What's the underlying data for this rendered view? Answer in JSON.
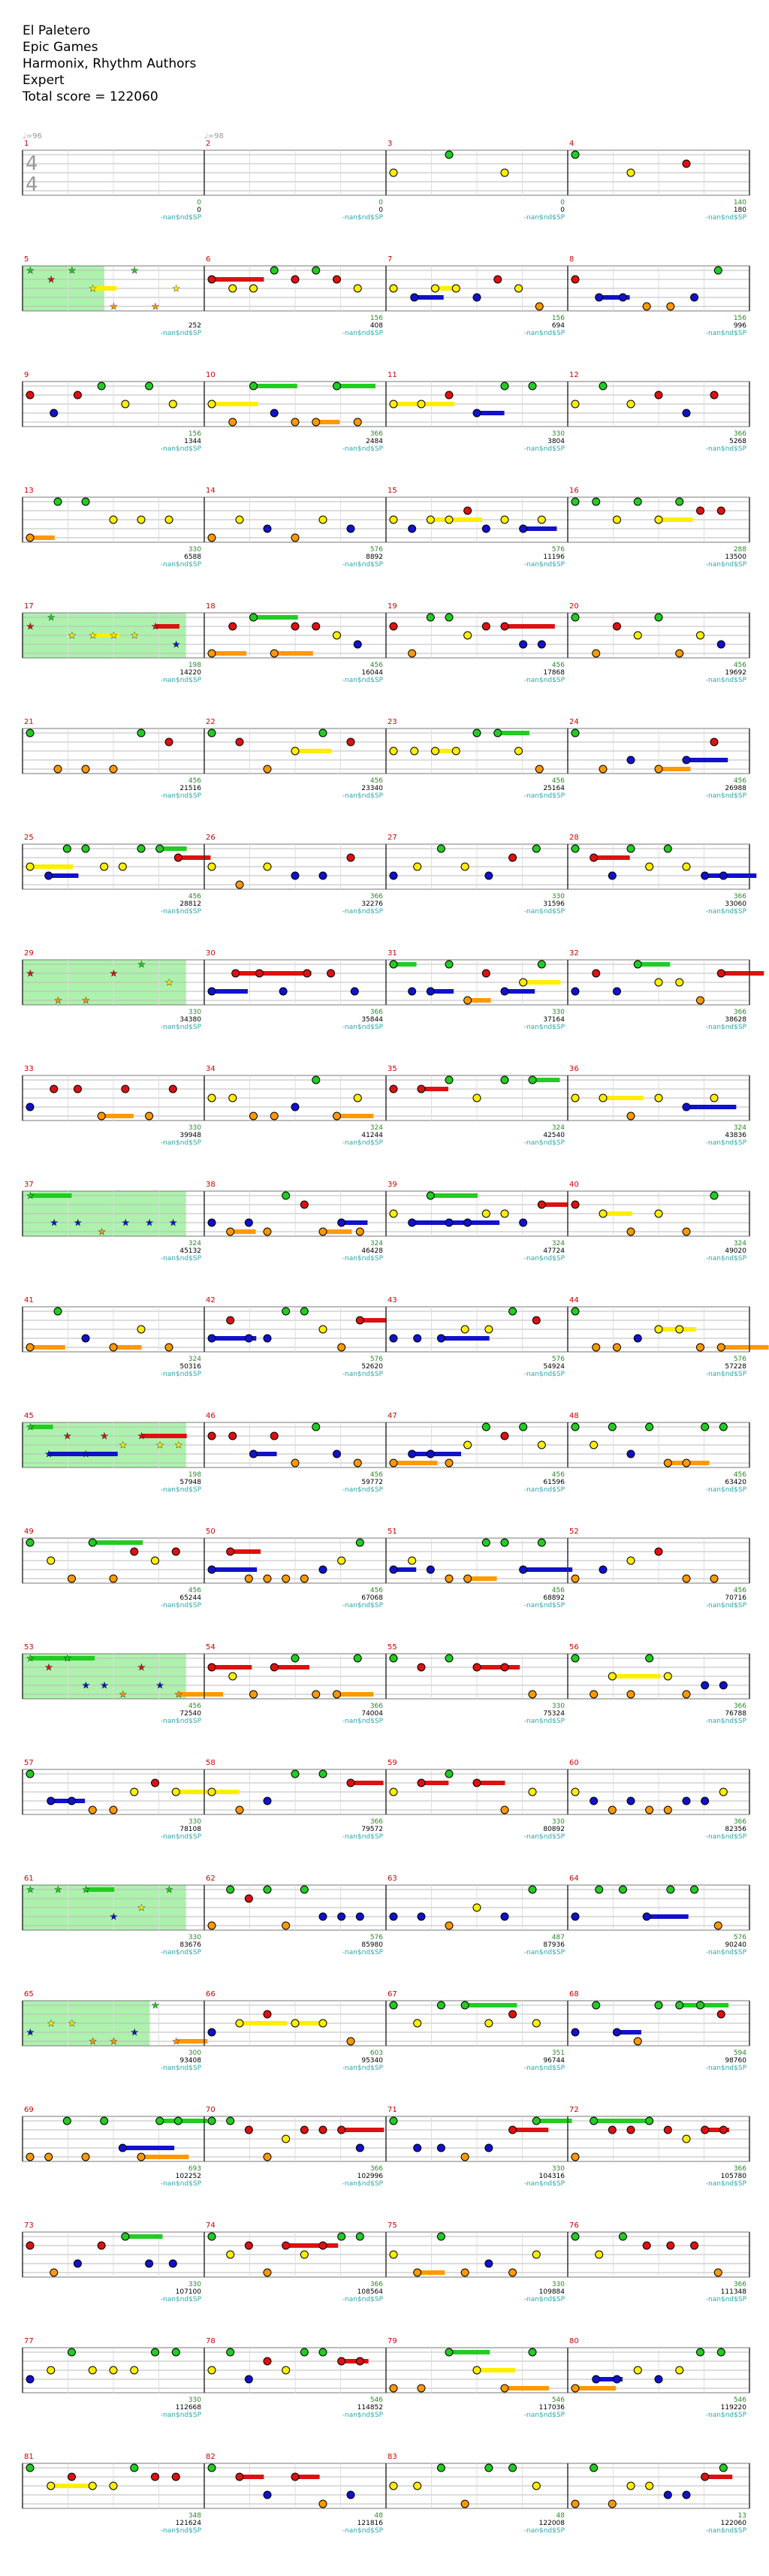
{
  "header": {
    "song": "El Paletero",
    "artist": "Epic Games",
    "authors": "Harmonix, Rhythm Authors",
    "difficulty": "Expert",
    "total": "Total score = 122060"
  },
  "tempo": {
    "first": "♩=96",
    "second": "♩=98"
  },
  "time_signature": {
    "top": "4",
    "bottom": "4"
  },
  "row_label": "-nan$nd$SP",
  "colors": {
    "green": "#22cc22",
    "red": "#dd1111",
    "yellow": "#ffee00",
    "blue": "#1111cc",
    "orange": "#ff9900",
    "sp": "#99ee99",
    "measure_num": "#d00000",
    "points": "#2a8a2a",
    "label": "#2aa8a8"
  },
  "measures": [
    {
      "n": "1",
      "pts": "0",
      "score": "0"
    },
    {
      "n": "2",
      "pts": "0",
      "score": "0"
    },
    {
      "n": "3",
      "pts": "0",
      "score": "0"
    },
    {
      "n": "4",
      "pts": "140",
      "score": "180"
    },
    {
      "n": "5",
      "pts": "",
      "score": "252"
    },
    {
      "n": "6",
      "pts": "156",
      "score": "408"
    },
    {
      "n": "7",
      "pts": "156",
      "score": "694"
    },
    {
      "n": "8",
      "pts": "156",
      "score": "996"
    },
    {
      "n": "9",
      "pts": "156",
      "score": "1344"
    },
    {
      "n": "10",
      "pts": "366",
      "score": "2484"
    },
    {
      "n": "11",
      "pts": "330",
      "score": "3804"
    },
    {
      "n": "12",
      "pts": "366",
      "score": "5268"
    },
    {
      "n": "13",
      "pts": "330",
      "score": "6588"
    },
    {
      "n": "14",
      "pts": "576",
      "score": "8892"
    },
    {
      "n": "15",
      "pts": "576",
      "score": "11196"
    },
    {
      "n": "16",
      "pts": "288",
      "score": "13500"
    },
    {
      "n": "17",
      "pts": "198",
      "score": "14220"
    },
    {
      "n": "18",
      "pts": "456",
      "score": "16044"
    },
    {
      "n": "19",
      "pts": "456",
      "score": "17868"
    },
    {
      "n": "20",
      "pts": "456",
      "score": "19692"
    },
    {
      "n": "21",
      "pts": "456",
      "score": "21516"
    },
    {
      "n": "22",
      "pts": "456",
      "score": "23340"
    },
    {
      "n": "23",
      "pts": "456",
      "score": "25164"
    },
    {
      "n": "24",
      "pts": "456",
      "score": "26988"
    },
    {
      "n": "25",
      "pts": "456",
      "score": "28812"
    },
    {
      "n": "26",
      "pts": "366",
      "score": "32276"
    },
    {
      "n": "27",
      "pts": "330",
      "score": "31596"
    },
    {
      "n": "28",
      "pts": "366",
      "score": "33060"
    },
    {
      "n": "29",
      "pts": "330",
      "score": "34380"
    },
    {
      "n": "30",
      "pts": "366",
      "score": "35844"
    },
    {
      "n": "31",
      "pts": "330",
      "score": "37164"
    },
    {
      "n": "32",
      "pts": "366",
      "score": "38628"
    },
    {
      "n": "33",
      "pts": "330",
      "score": "39948"
    },
    {
      "n": "34",
      "pts": "324",
      "score": "41244"
    },
    {
      "n": "35",
      "pts": "324",
      "score": "42540"
    },
    {
      "n": "36",
      "pts": "324",
      "score": "43836"
    },
    {
      "n": "37",
      "pts": "324",
      "score": "45132"
    },
    {
      "n": "38",
      "pts": "324",
      "score": "46428"
    },
    {
      "n": "39",
      "pts": "324",
      "score": "47724"
    },
    {
      "n": "40",
      "pts": "324",
      "score": "49020"
    },
    {
      "n": "41",
      "pts": "324",
      "score": "50316"
    },
    {
      "n": "42",
      "pts": "576",
      "score": "52620"
    },
    {
      "n": "43",
      "pts": "576",
      "score": "54924"
    },
    {
      "n": "44",
      "pts": "576",
      "score": "57228"
    },
    {
      "n": "45",
      "pts": "198",
      "score": "57948"
    },
    {
      "n": "46",
      "pts": "456",
      "score": "59772"
    },
    {
      "n": "47",
      "pts": "456",
      "score": "61596"
    },
    {
      "n": "48",
      "pts": "456",
      "score": "63420"
    },
    {
      "n": "49",
      "pts": "456",
      "score": "65244"
    },
    {
      "n": "50",
      "pts": "456",
      "score": "67068"
    },
    {
      "n": "51",
      "pts": "456",
      "score": "68892"
    },
    {
      "n": "52",
      "pts": "456",
      "score": "70716"
    },
    {
      "n": "53",
      "pts": "456",
      "score": "72540"
    },
    {
      "n": "54",
      "pts": "366",
      "score": "74004"
    },
    {
      "n": "55",
      "pts": "330",
      "score": "75324"
    },
    {
      "n": "56",
      "pts": "366",
      "score": "76788"
    },
    {
      "n": "57",
      "pts": "330",
      "score": "78108"
    },
    {
      "n": "58",
      "pts": "366",
      "score": "79572"
    },
    {
      "n": "59",
      "pts": "330",
      "score": "80892"
    },
    {
      "n": "60",
      "pts": "366",
      "score": "82356"
    },
    {
      "n": "61",
      "pts": "330",
      "score": "83676"
    },
    {
      "n": "62",
      "pts": "576",
      "score": "85980"
    },
    {
      "n": "63",
      "pts": "487",
      "score": "87936"
    },
    {
      "n": "64",
      "pts": "576",
      "score": "90240"
    },
    {
      "n": "65",
      "pts": "300",
      "score": "93408"
    },
    {
      "n": "66",
      "pts": "603",
      "score": "95340"
    },
    {
      "n": "67",
      "pts": "351",
      "score": "96744"
    },
    {
      "n": "68",
      "pts": "594",
      "score": "98760"
    },
    {
      "n": "69",
      "pts": "693",
      "score": "102252"
    },
    {
      "n": "70",
      "pts": "366",
      "score": "102996"
    },
    {
      "n": "71",
      "pts": "330",
      "score": "104316"
    },
    {
      "n": "72",
      "pts": "366",
      "score": "105780"
    },
    {
      "n": "73",
      "pts": "330",
      "score": "107100"
    },
    {
      "n": "74",
      "pts": "366",
      "score": "108564"
    },
    {
      "n": "75",
      "pts": "330",
      "score": "109884"
    },
    {
      "n": "76",
      "pts": "366",
      "score": "111348"
    },
    {
      "n": "77",
      "pts": "330",
      "score": "112668"
    },
    {
      "n": "78",
      "pts": "546",
      "score": "114852"
    },
    {
      "n": "79",
      "pts": "546",
      "score": "117036"
    },
    {
      "n": "80",
      "pts": "546",
      "score": "119220"
    },
    {
      "n": "81",
      "pts": "348",
      "score": "121624"
    },
    {
      "n": "82",
      "pts": "48",
      "score": "121816"
    },
    {
      "n": "83",
      "pts": "48",
      "score": "122008"
    },
    {
      "n": "",
      "pts": "13",
      "score": "122060"
    }
  ]
}
